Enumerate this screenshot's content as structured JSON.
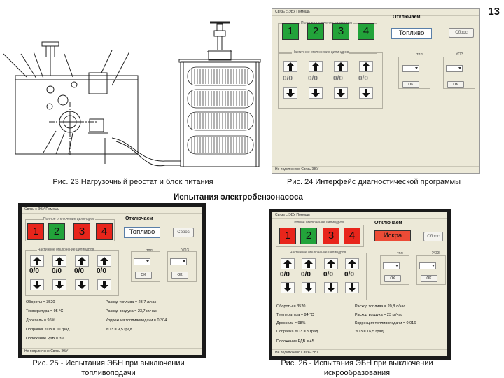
{
  "page_number": "13",
  "captions": {
    "fig23": "Рис. 23 Нагрузочный реостат и блок питания",
    "fig24": "Рис. 24 Интерфейс диагностической программы",
    "section_title": "Испытания электробензонасоса",
    "fig25_line1": "Рис. 25 - Испытания ЭБН при выключении",
    "fig25_line2": "топливоподачи",
    "fig26_line1": "Рис. 26 - Испытания ЭБН при выключении",
    "fig26_line2": "искрообразования"
  },
  "app": {
    "menu": "Связь с ЭБУ   Помощь",
    "status": "Не подключено   Связь ЭБУ",
    "group_cylinders": "Полное отключение цилиндров",
    "group_partial": "Частичное отключение цилиндров",
    "off_header": "Отключаем",
    "reset_button": "Сброс",
    "ok_button": "OK",
    "label_tpl": "тпл",
    "label_uoz": "УОЗ",
    "cylinders": [
      "1",
      "2",
      "3",
      "4"
    ],
    "ratios": [
      "0/0",
      "0/0",
      "0/0",
      "0/0"
    ]
  },
  "fig24": {
    "fuel_label": "Топливо"
  },
  "fig25": {
    "fuel_label": "Топливо",
    "stats_left": [
      "Обороты = 3520",
      "Температура = 95 °C",
      "Дроссель = 96%",
      "Поправка УОЗ = 10 град.",
      "Положение РДВ = 39"
    ],
    "stats_right": [
      "Расход топлива = 23,7 л/час",
      "Расход воздуха = 23,7 кг/час",
      "Коррекция топливоподачи = 0,304",
      "УОЗ = 9,5 град."
    ]
  },
  "fig26": {
    "fuel_label": "Искра",
    "stats_left": [
      "Обороты = 3520",
      "Температура = 94 °C",
      "Дроссель = 98%",
      "Поправка УОЗ = 5 град.",
      "Положение РДВ = 45"
    ],
    "stats_right": [
      "Расход топлива = 20,8 л/час",
      "Расход воздуха = 23 кг/час",
      "Коррекция топливоподачи = 0,016",
      "УОЗ = 16,5 град."
    ]
  }
}
